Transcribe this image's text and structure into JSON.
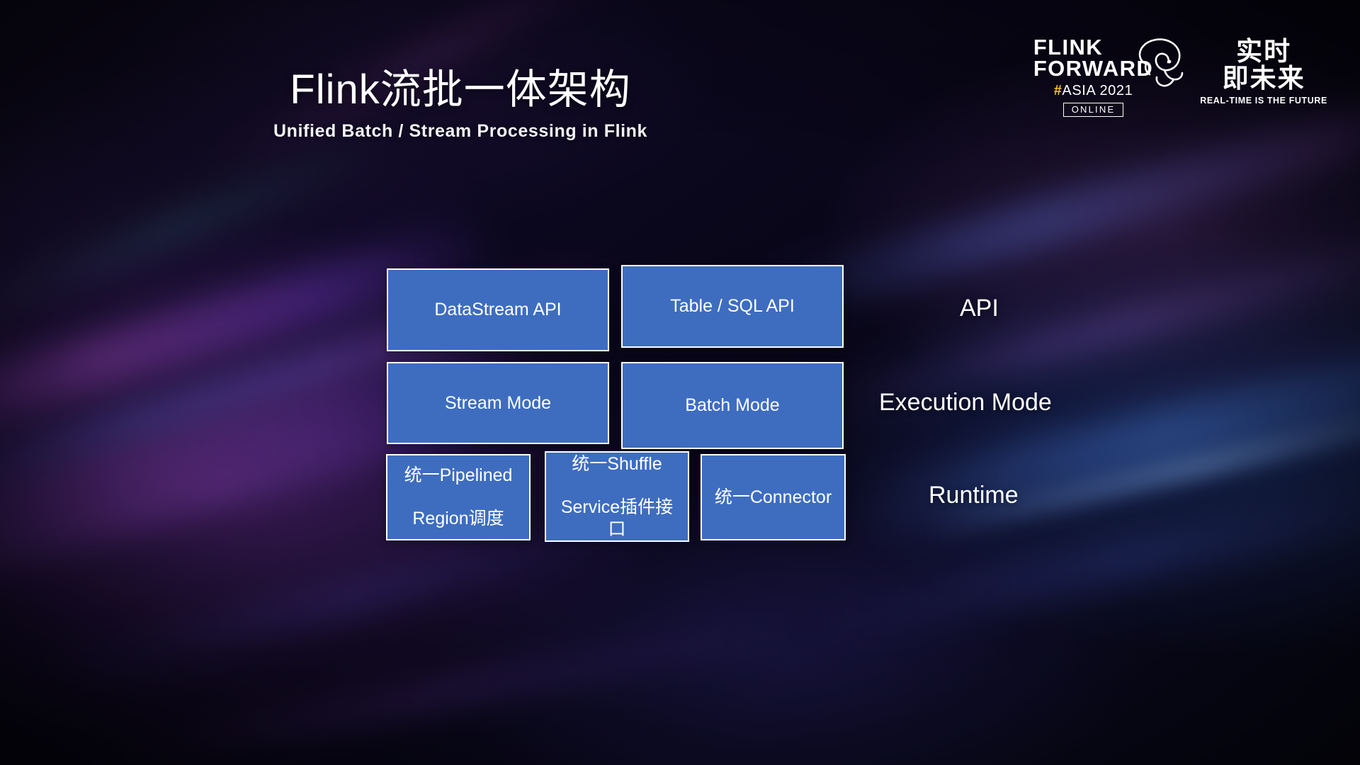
{
  "header": {
    "title": "Flink流批一体架构",
    "subtitle": "Unified Batch / Stream Processing in Flink"
  },
  "logo": {
    "line1": "FLINK",
    "line2": "FORWARD",
    "hash": "#",
    "asia": "ASIA 2021",
    "online": "ONLINE",
    "chinese": "实时",
    "chinese2": "即未来",
    "tagline": "REAL-TIME IS THE FUTURE",
    "accent_color": "#f5c518",
    "mascot": "squirrel-icon"
  },
  "diagram": {
    "box_fill": "#3E6DC0",
    "box_border": "#FFFFFF",
    "rows": [
      {
        "layer_label": "API",
        "boxes": [
          {
            "label": "DataStream API"
          },
          {
            "label": "Table / SQL API"
          }
        ]
      },
      {
        "layer_label": "Execution Mode",
        "boxes": [
          {
            "label": "Stream Mode"
          },
          {
            "label": "Batch Mode"
          }
        ]
      },
      {
        "layer_label": "Runtime",
        "boxes": [
          {
            "label_line1": "统一Pipelined",
            "label_line2": "Region调度"
          },
          {
            "label_line1": "统一Shuffle",
            "label_line2": "Service插件接口"
          },
          {
            "label_line1": "统一Connector",
            "label_line2": ""
          }
        ]
      }
    ]
  }
}
